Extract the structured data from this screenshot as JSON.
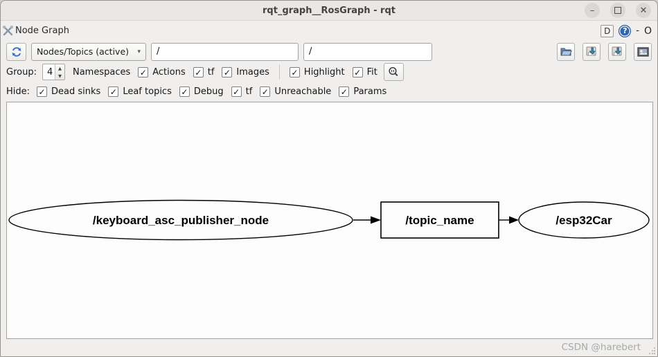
{
  "window": {
    "title": "rqt_graph__RosGraph - rqt",
    "minimize_glyph": "–",
    "close_glyph": "✕"
  },
  "dock": {
    "title": "Node Graph",
    "d_button_label": "D",
    "help_glyph": "?",
    "minimize_glyph": "-",
    "float_glyph": "O"
  },
  "toolbar": {
    "graph_type_value": "Nodes/Topics (active)",
    "dropdown_arrow": "▾",
    "namespace_filter_value": "/",
    "topic_filter_value": "/"
  },
  "options": {
    "group_label": "Group:",
    "group_value": "4",
    "namespaces_label": "Namespaces",
    "checkboxes": [
      {
        "label": "Actions",
        "check": "✓"
      },
      {
        "label": "tf",
        "check": "✓"
      },
      {
        "label": "Images",
        "check": "✓"
      },
      {
        "label": "Highlight",
        "check": "✓"
      },
      {
        "label": "Fit",
        "check": "✓"
      }
    ],
    "spin_up": "▲",
    "spin_down": "▼"
  },
  "hide": {
    "label": "Hide:",
    "checkboxes": [
      {
        "label": "Dead sinks",
        "check": "✓"
      },
      {
        "label": "Leaf topics",
        "check": "✓"
      },
      {
        "label": "Debug",
        "check": "✓"
      },
      {
        "label": "tf",
        "check": "✓"
      },
      {
        "label": "Unreachable",
        "check": "✓"
      },
      {
        "label": "Params",
        "check": "✓"
      }
    ]
  },
  "graph": {
    "nodes": [
      {
        "label": "/keyboard_asc_publisher_node",
        "shape": "ellipse"
      },
      {
        "label": "/topic_name",
        "shape": "box"
      },
      {
        "label": "/esp32Car",
        "shape": "ellipse"
      }
    ],
    "edges": [
      {
        "from": "/keyboard_asc_publisher_node",
        "to": "/topic_name"
      },
      {
        "from": "/topic_name",
        "to": "/esp32Car"
      }
    ]
  },
  "watermark": {
    "text": "CSDN @harebert"
  },
  "colors": {
    "accent_blue": "#2d66b0",
    "refresh_blue": "#3a74c0",
    "canvas_bg": "#fdfdfd",
    "node_stroke": "#000000",
    "titlebar_bg": "#e9e8e6",
    "window_bg": "#f0efee",
    "watermark": "#a9a9a9"
  }
}
